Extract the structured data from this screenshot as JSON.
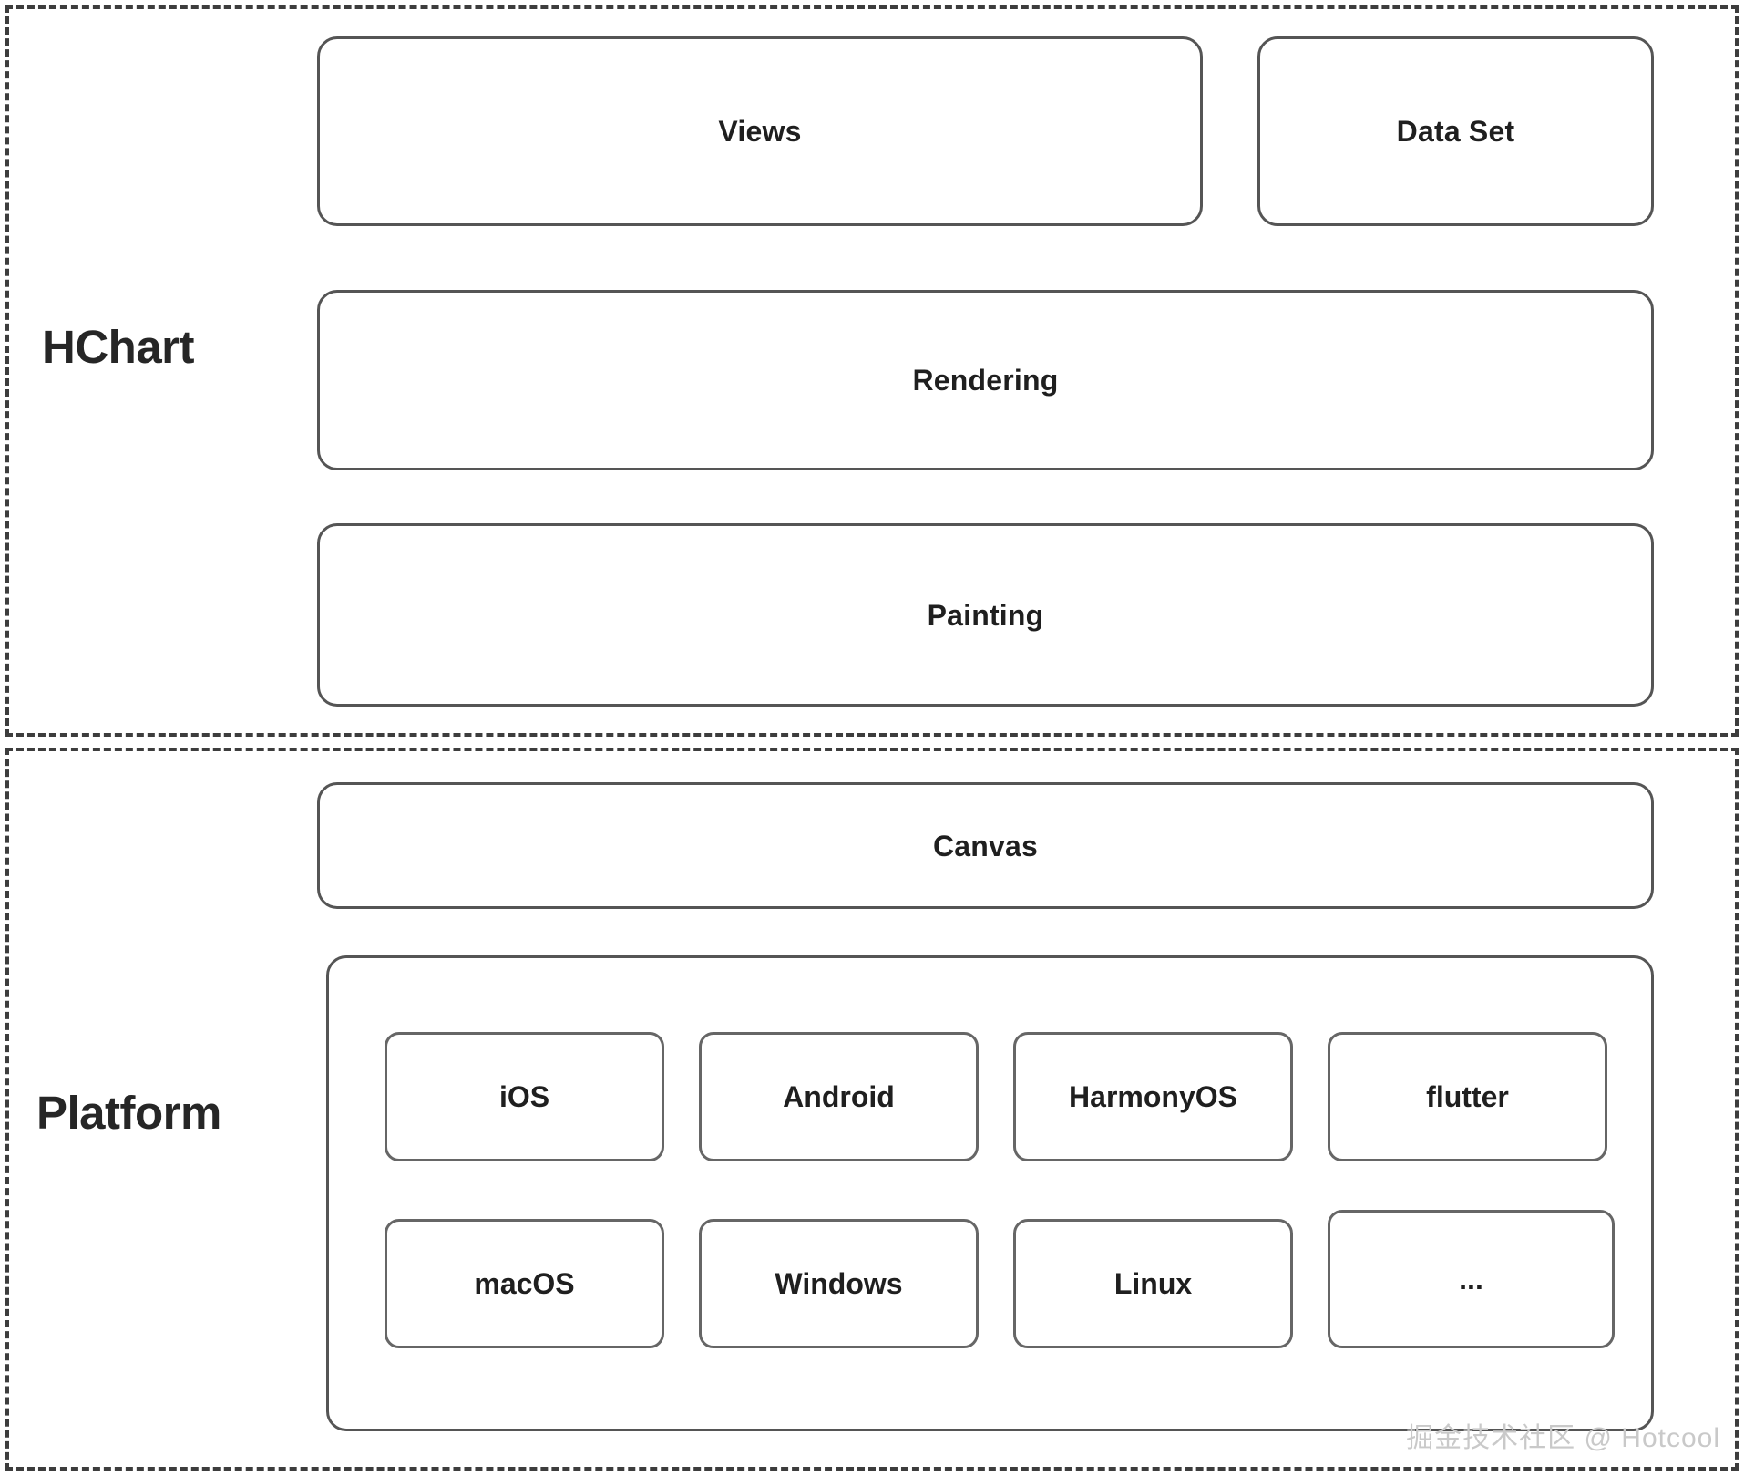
{
  "diagram": {
    "title": "HChart architecture layers",
    "colors": {
      "section_border": "#3d3d3d",
      "box_border": "#555555",
      "tile_border": "#666666",
      "text": "#1f1f1f",
      "label_text": "#262626",
      "watermark": "#c9c9c9",
      "background": "#ffffff"
    }
  },
  "sections": [
    {
      "key": "hchart",
      "label": "HChart",
      "boxes": [
        {
          "key": "views",
          "label": "Views"
        },
        {
          "key": "data_set",
          "label": "Data Set"
        },
        {
          "key": "rendering",
          "label": "Rendering"
        },
        {
          "key": "painting",
          "label": "Painting"
        }
      ]
    },
    {
      "key": "platform",
      "label": "Platform",
      "boxes": [
        {
          "key": "canvas",
          "label": "Canvas"
        }
      ],
      "platform_group": {
        "row1": [
          {
            "key": "ios",
            "label": "iOS"
          },
          {
            "key": "android",
            "label": "Android"
          },
          {
            "key": "harmonyos",
            "label": "HarmonyOS"
          },
          {
            "key": "flutter",
            "label": "flutter"
          }
        ],
        "row2": [
          {
            "key": "macos",
            "label": "macOS"
          },
          {
            "key": "windows",
            "label": "Windows"
          },
          {
            "key": "linux",
            "label": "Linux"
          },
          {
            "key": "more",
            "label": "..."
          }
        ]
      }
    }
  ],
  "watermark": {
    "text": "掘金技术社区 @ Hotcool"
  }
}
